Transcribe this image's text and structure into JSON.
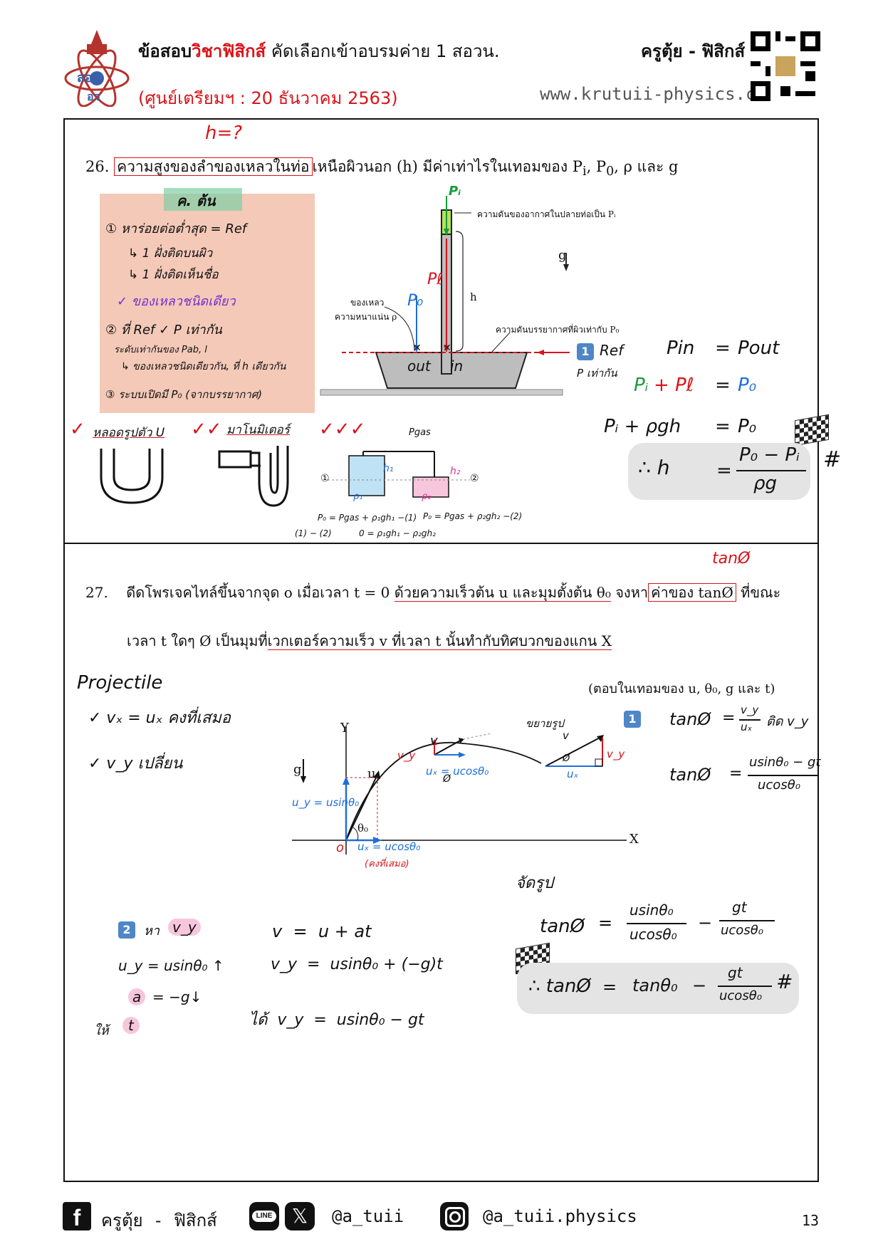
{
  "header": {
    "title_prefix": "ข้อสอบ",
    "title_subject": "วิชาฟิสิกส์",
    "title_suffix": " คัดเลือกเข้าอบรมค่าย 1 สอวน.",
    "date": "(ศูนย์เตรียมฯ : 20 ธันวาคม 2563)",
    "teacher": "ครูตุ้ย - ฟิสิกส์",
    "website": "www.krutuii-physics.com",
    "logo_text_top": "สอน",
    "logo_text_bottom": "อว"
  },
  "q26": {
    "annot_top": "h=?",
    "number": "26.",
    "text_boxed": "ความสูงของลำของเหลวในท่อ",
    "text_rest": "เหนือผิวนอก (h) มีค่าเท่าไรในเทอมของ P",
    "sub_i": "i",
    "sep1": ", P",
    "sub_0": "0",
    "sep2": ", ρ และ g",
    "note_title": "ค. ต้น",
    "note_lines": [
      "① หาร่อยต่อต่ำสุด = Ref",
      "↳ 1 ฝั่งติดบนผิว",
      "↳ 1 ฝั่งติดเห็นชื่อ",
      "✓ ของเหลวชนิดเดียว",
      "② ที่ Ref  ✓ P เท่ากัน",
      "ระดับเท่ากันของ Pab, l",
      "↳ ของเหลวชนิดเดียวกัน, ที่ h เดียวกัน",
      "③ ระบบเปิดมี P₀ (จากบรรยากาศ)"
    ],
    "diagram": {
      "pi_top": "Pᵢ",
      "pi_label": "ความดันของอากาศในปลายท่อเป็น Pᵢ",
      "g": "g",
      "pl": "Pℓ",
      "h": "h",
      "p0": "P₀",
      "liquid": "ของเหลว",
      "density": "ความหนาแน่น ρ",
      "atm_label": "ความดันบรรยากาศที่ผิวเท่ากับ P₀",
      "out": "out",
      "in": "in",
      "ref": "Ref",
      "ref2": "P เท่ากัน",
      "step": "1"
    },
    "eq1_lhs": "Pin",
    "eq1_rhs": "Pout",
    "eq2_a": "Pᵢ",
    "eq2_b": "+ Pℓ",
    "eq2_rhs": "P₀",
    "eq3_lhs": "Pᵢ + ρgh",
    "eq3_rhs": "P₀",
    "ans_lhs": "∴ h",
    "ans_num": "P₀ − Pᵢ",
    "ans_den": "ρg",
    "ans_mark": "#",
    "tubes": [
      {
        "checks": "✓",
        "label": "หลอดรูปตัว U"
      },
      {
        "checks": "✓✓",
        "label": "มาโนมิเตอร์"
      },
      {
        "checks": "✓✓✓",
        "label": ""
      }
    ],
    "mano": {
      "pgas": "Pgas",
      "h1": "h₁",
      "h2": "h₂",
      "p1": "ρ₁",
      "p2": "ρ₂",
      "c1": "①",
      "c2": "②",
      "eq1": "P₀ = Pgas + ρ₁gh₁ −(1)",
      "eq2": "P₀ = Pgas + ρ₂gh₂ −(2)",
      "eq3_label": "(1) − (2)",
      "eq3": "0 = ρ₁gh₁ − ρ₂gh₂"
    }
  },
  "q27": {
    "annot_top": "tanØ",
    "number": "27.",
    "line1_a": "ดีดโพรเจคไทล์ขึ้นจากจุด o เมื่อเวลา t = 0 ",
    "line1_u": "ด้วยความเร็วต้น u และมุมตั้งต้น θ₀",
    "line1_b": " จงหา",
    "line1_box": "ค่าของ tanØ",
    "line1_c": " ที่ขณะ",
    "line2_a": "เวลา t ใดๆ Ø เป็นมุมที่",
    "line2_u": "เวกเตอร์ความเร็ว v ที่เวลา t นั้นทำกับทิศบวกของแกน X",
    "answer_hint": "(ตอบในเทอมของ u, θ₀, g และ t)",
    "proj_title": "Projectile",
    "proj_l1": "✓ vₓ = uₓ  คงที่เสมอ",
    "proj_l2": "✓ v_y  เปลี่ยน",
    "diagram": {
      "y": "Y",
      "x": "X",
      "g": "g",
      "u": "u",
      "theta": "θ₀",
      "o": "o",
      "uy": "u_y = usinθ₀",
      "ux": "uₓ = ucosθ₀",
      "ux_note": "(คงที่เสมอ)",
      "v": "v",
      "vy": "v_y",
      "vx": "uₓ = ucosθ₀",
      "phi": "Ø"
    },
    "tri_label": "ขยายรูป",
    "tri_v": "v",
    "tri_phi": "Ø",
    "tri_ux": "uₓ",
    "tri_vy": "v_y",
    "step1_num": "1",
    "tan1_lhs": "tanØ",
    "tan1_num": "v_y",
    "tan1_den": "uₓ",
    "tan1_note": "ติด v_y",
    "tan2_lhs": "tanØ",
    "tan2_num": "usinθ₀ − gt",
    "tan2_den": "ucosθ₀",
    "step2_num": "2",
    "step2_label": "หา",
    "step2_vy": "v_y",
    "s2_l1": "u_y = usinθ₀ ↑",
    "s2_l2a": "a",
    "s2_l2b": "= −g↓",
    "s2_l3a": "ให้",
    "s2_l3b": "t",
    "kin1": "v  =  u + at",
    "kin2": "v_y  =  usinθ₀ + (−g)t",
    "kin3": "ได้  v_y  =  usinθ₀ − gt",
    "summary_label": "จัดรูป",
    "sum_lhs": "tanØ",
    "sum_num1": "usinθ₀",
    "sum_den1": "ucosθ₀",
    "sum_num2": "gt",
    "sum_den2": "ucosθ₀",
    "final_lhs": "∴ tanØ",
    "final_a": "tanθ₀",
    "final_num": "gt",
    "final_den": "ucosθ₀",
    "final_mark": "#"
  },
  "footer": {
    "fb_name": "ครูตุ้ย - ฟิสิกส์",
    "line_label": "LINE",
    "x_handle": "@a_tuii",
    "ig_handle": "@a_tuii.physics",
    "page": "13"
  }
}
